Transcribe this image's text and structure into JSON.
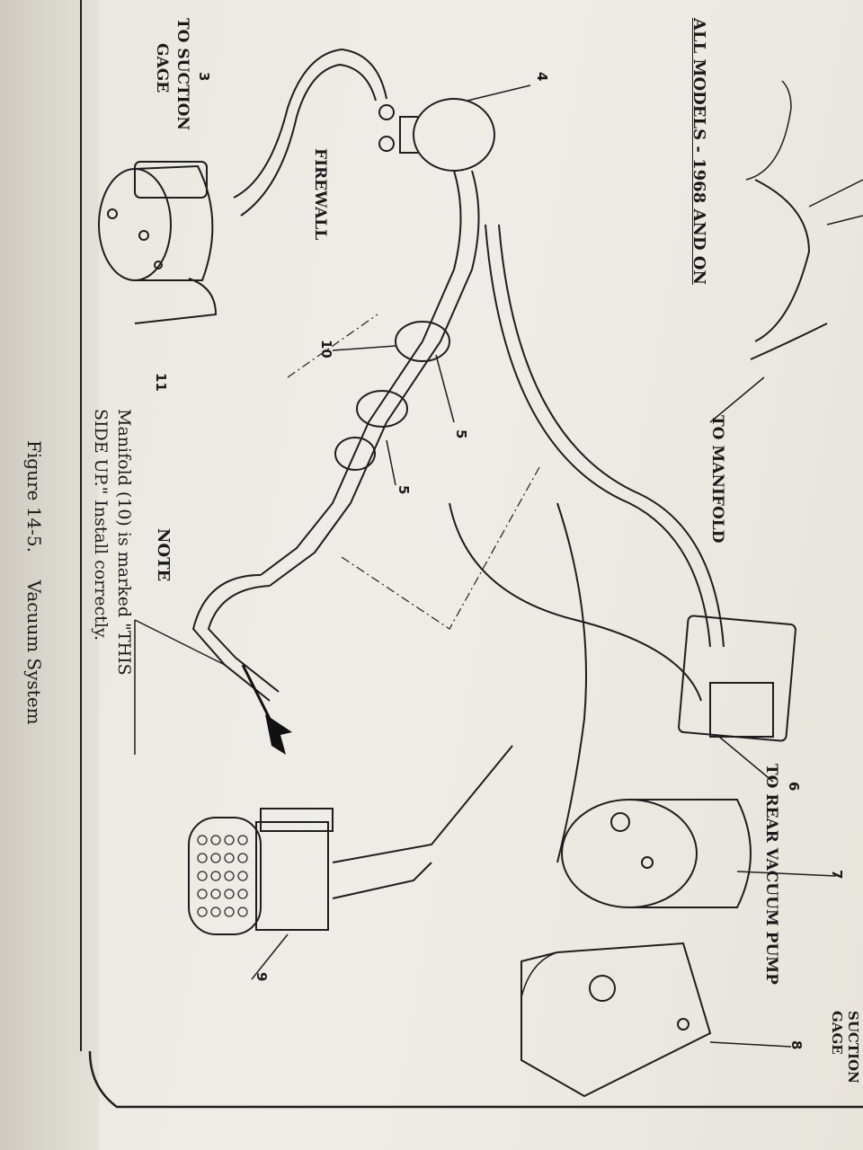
{
  "heading": "ALL MODELS - 1968 AND ON",
  "labels": {
    "to_suction_gage_left": [
      "TO SUCTION",
      "GAGE"
    ],
    "to_suction_gage_right": [
      "SUCTION",
      "GAGE"
    ],
    "to_manifold": "TO MANIFOLD",
    "firewall": "FIREWALL",
    "to_rear_vacuum_pump": "TO REAR VACUUM PUMP"
  },
  "callouts": {
    "n3": "3",
    "n4": "4",
    "n5a": "5",
    "n5b": "5",
    "n6": "6",
    "n7": "7",
    "n8": "8",
    "n9": "9",
    "n10": "10",
    "n11": "11"
  },
  "note": {
    "title": "NOTE",
    "line1": "Manifold (10) is marked \"THIS",
    "line2": "SIDE UP.\" Install correctly."
  },
  "caption": {
    "figure": "Figure 14-5.",
    "title": "Vacuum System"
  },
  "colors": {
    "paper": "#ece9e2",
    "ink": "#1a1a1a",
    "gutter": "#cfcbc2"
  },
  "icons": [
    "arrow-down-icon"
  ]
}
